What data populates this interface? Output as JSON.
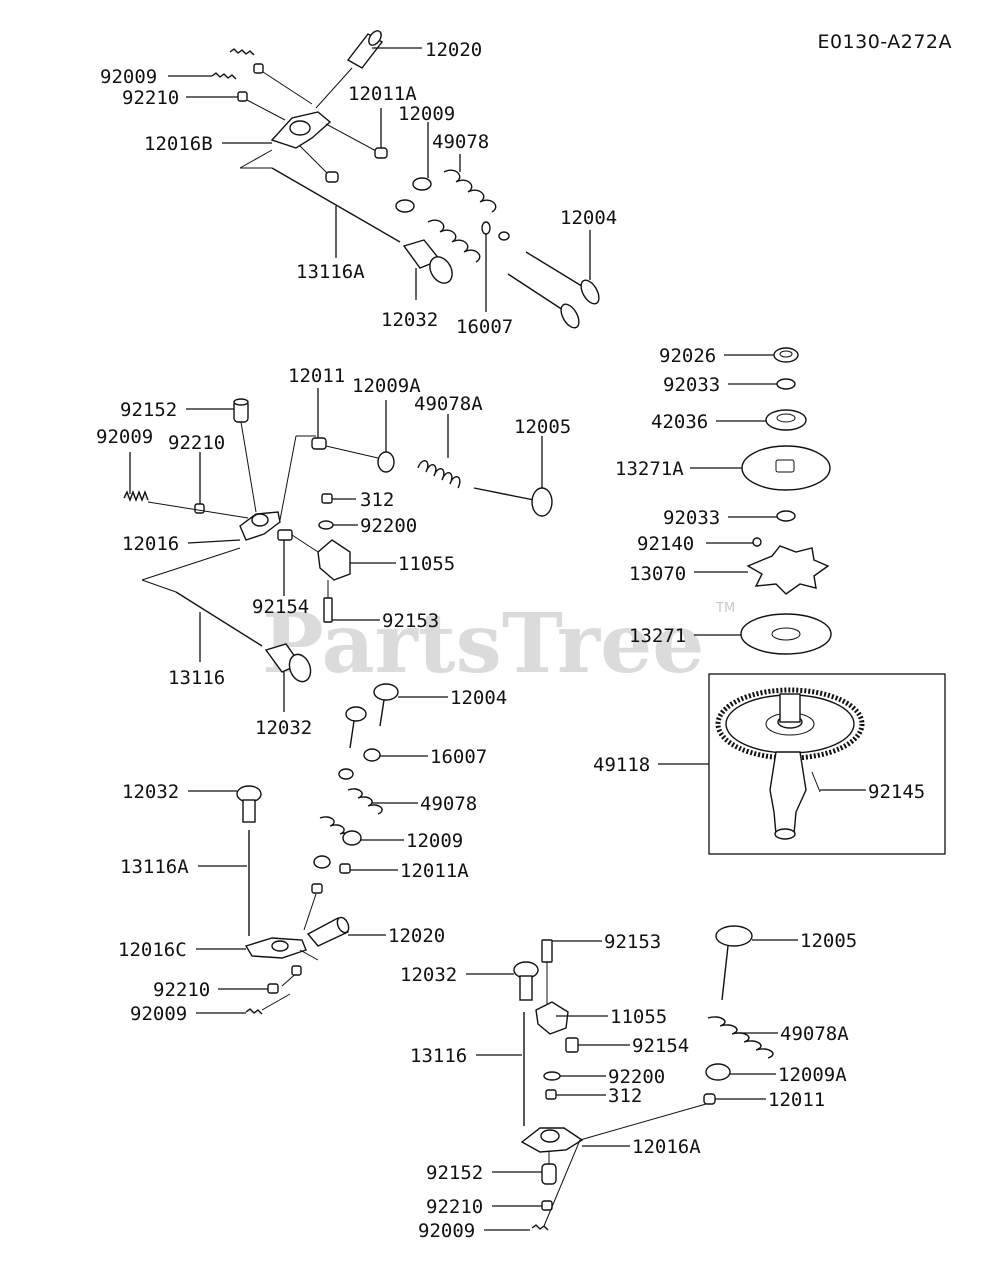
{
  "diagram": {
    "code": "E0130-A272A",
    "watermark": "PartsTree",
    "trademark": "TM",
    "labels": {
      "l12020a": "12020",
      "l92009a": "92009",
      "l92210a": "92210",
      "l12011Aa": "12011A",
      "l12009a": "12009",
      "l49078a": "49078",
      "l12016B": "12016B",
      "l12004a": "12004",
      "l13116Aa": "13116A",
      "l12032a": "12032",
      "l16007a": "16007",
      "l92026": "92026",
      "l92033a": "92033",
      "l42036": "42036",
      "l13271A": "13271A",
      "l92033b": "92033",
      "l92140": "92140",
      "l13070": "13070",
      "l13271": "13271",
      "l49118": "49118",
      "l92145": "92145",
      "l12011a": "12011",
      "l12009Aa": "12009A",
      "l49078Aa": "49078A",
      "l92152a": "92152",
      "l92009b": "92009",
      "l92210b": "92210",
      "l12005a": "12005",
      "l312a": "312",
      "l92200a": "92200",
      "l12016": "12016",
      "l11055a": "11055",
      "l92154a": "92154",
      "l92153a": "92153",
      "l13116a": "13116",
      "l12032b": "12032",
      "l12004b": "12004",
      "l16007b": "16007",
      "l12032c": "12032",
      "l49078b": "49078",
      "l13116Ab": "13116A",
      "l12009b": "12009",
      "l12011Ab": "12011A",
      "l12016C": "12016C",
      "l12020b": "12020",
      "l92210c": "92210",
      "l92009c": "92009",
      "l92153b": "92153",
      "l12005b": "12005",
      "l12032d": "12032",
      "l11055b": "11055",
      "l13116b": "13116",
      "l92154b": "92154",
      "l49078Ab": "49078A",
      "l92200b": "92200",
      "l12009Ab": "12009A",
      "l312b": "312",
      "l12011b": "12011",
      "l12016A": "12016A",
      "l92152b": "92152",
      "l92210d": "92210",
      "l92009d": "92009"
    }
  }
}
